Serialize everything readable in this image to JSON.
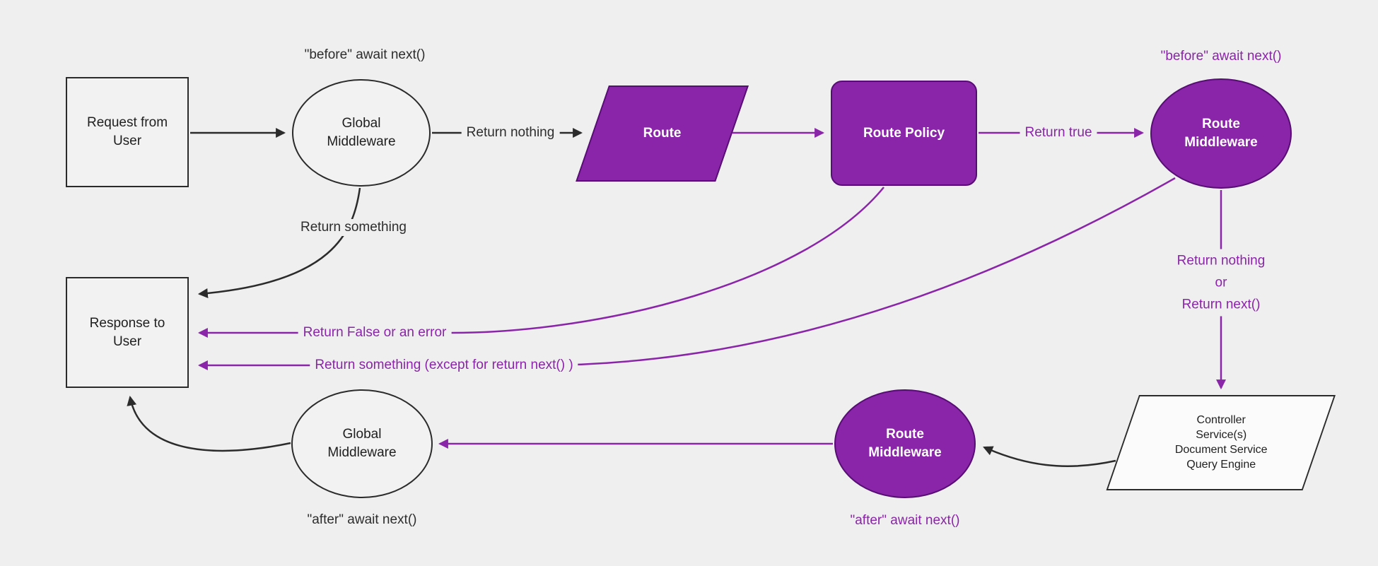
{
  "diagram": {
    "title": "Middleware request lifecycle flowchart",
    "colors": {
      "background": "#efefef",
      "purple": "#8a24a8",
      "purple_dark": "#570e74",
      "black": "#2b2b2b",
      "node_fill": "#f2f2f2",
      "paper": "#fbfbfb"
    },
    "nodes": {
      "request_from_user": {
        "label": "Request from User",
        "shape": "rectangle"
      },
      "global_middleware_top": {
        "label": "Global Middleware",
        "shape": "ellipse"
      },
      "route": {
        "label": "Route",
        "shape": "parallelogram"
      },
      "route_policy": {
        "label": "Route Policy",
        "shape": "rounded-rectangle"
      },
      "route_middleware_top": {
        "label": "Route Middleware",
        "shape": "ellipse"
      },
      "response_to_user": {
        "label": "Response to User",
        "shape": "rectangle"
      },
      "controller_stack": {
        "lines": [
          "Controller",
          "Service(s)",
          "Document Service",
          "Query Engine"
        ],
        "shape": "parallelogram"
      },
      "route_middleware_bottom": {
        "label": "Route Middleware",
        "shape": "ellipse"
      },
      "global_middleware_bottom": {
        "label": "Global Middleware",
        "shape": "ellipse"
      }
    },
    "annotations": {
      "before_await_next_black": "\"before\" await next()",
      "before_await_next_purple": "\"before\" await next()",
      "after_await_next_purple": "\"after\" await next()",
      "after_await_next_black": "\"after\" await next()"
    },
    "edge_labels": {
      "return_nothing": "Return nothing",
      "return_true": "Return true",
      "return_something": "Return something",
      "return_false_or_error": "Return False or an error",
      "return_something_except": "Return something (except for return next() )",
      "return_nothing_or_next": [
        "Return nothing",
        "or",
        "Return next()"
      ]
    }
  }
}
